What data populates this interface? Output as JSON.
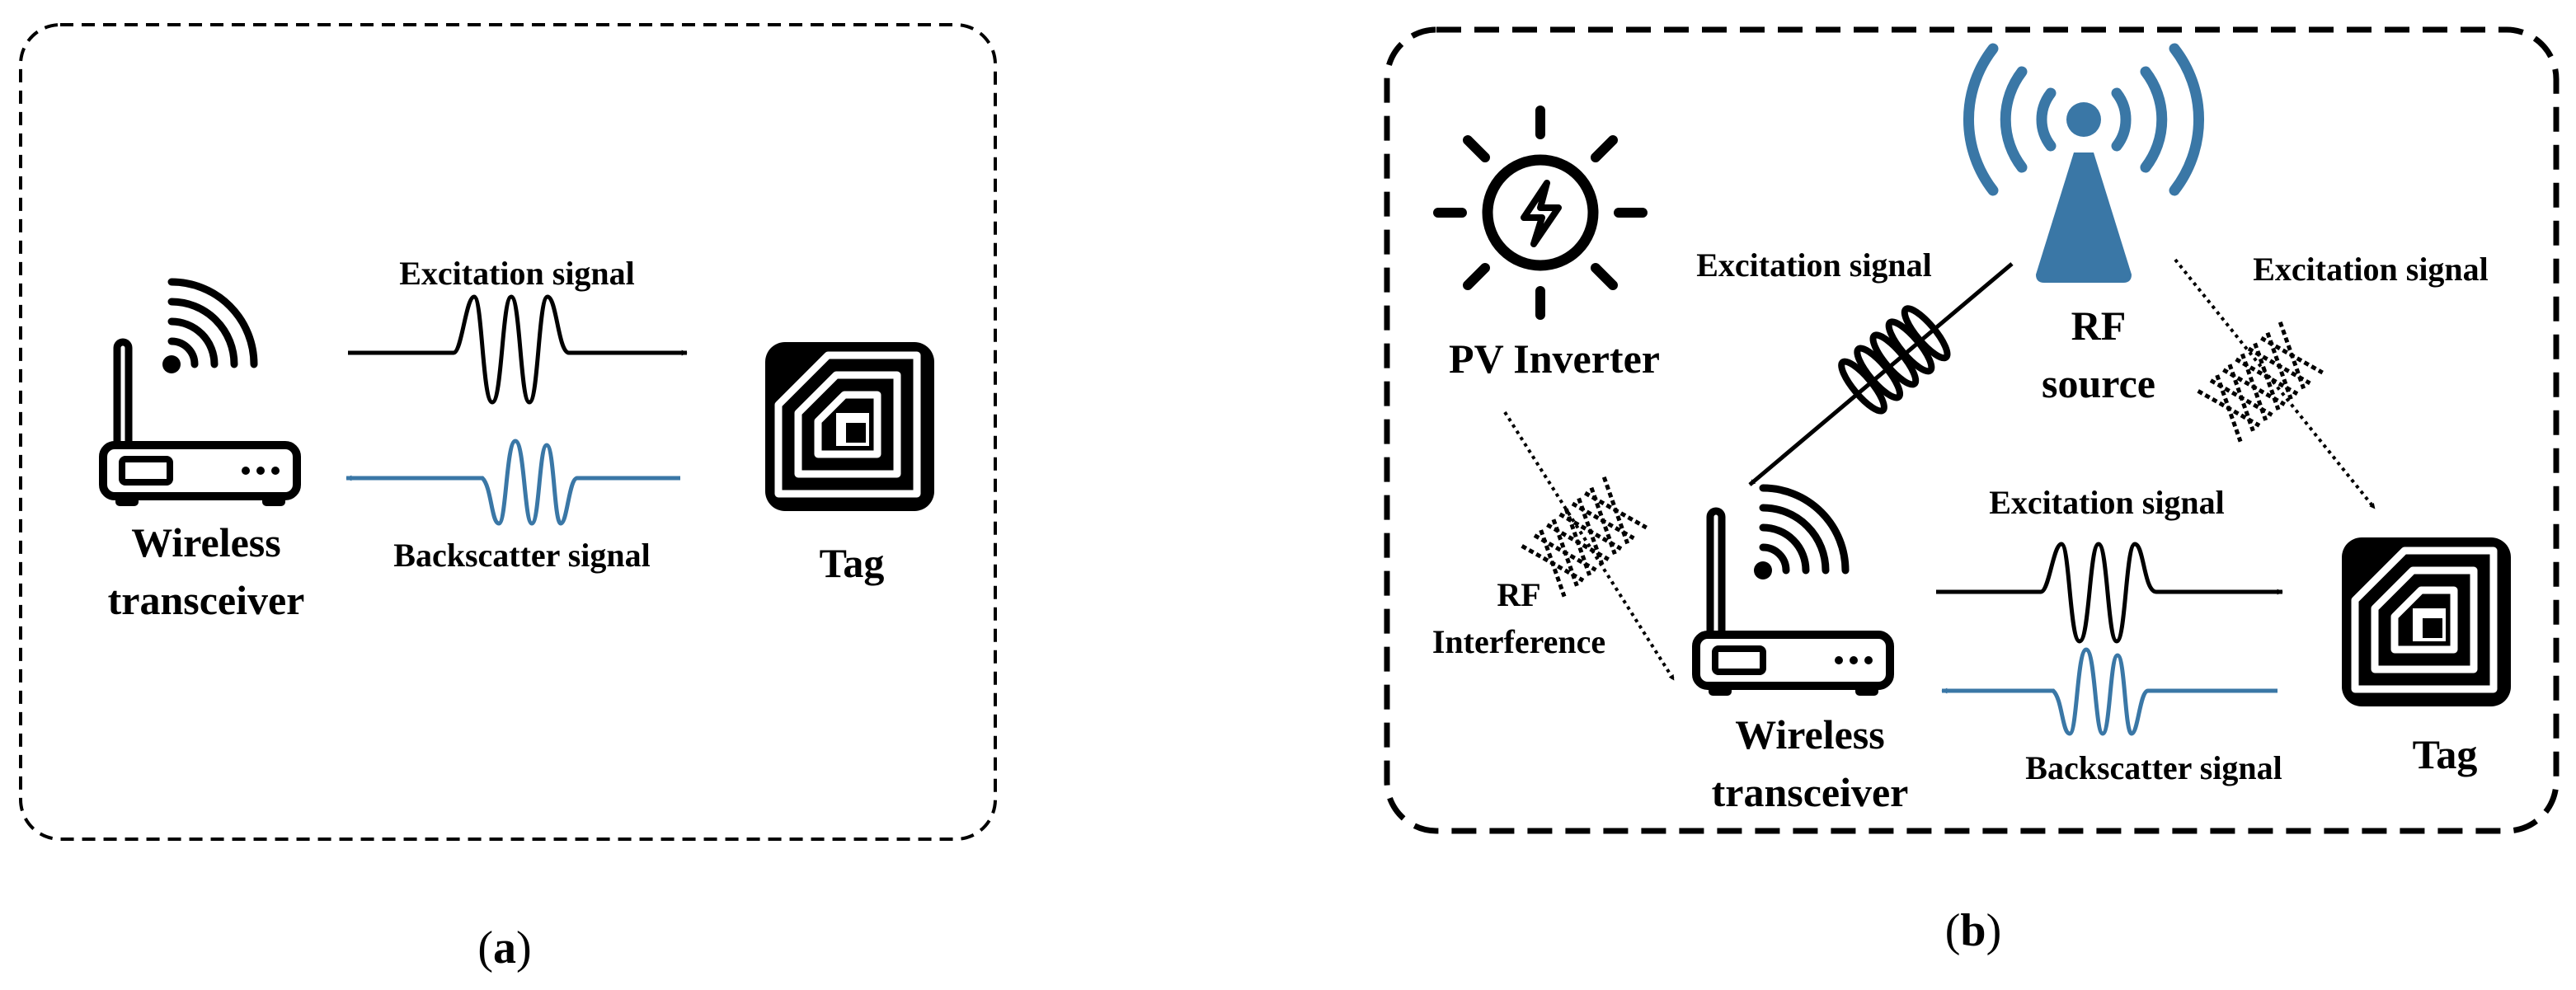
{
  "colors": {
    "ink": "#000000",
    "accent": "#3a77a6",
    "background": "#ffffff"
  },
  "panel_a": {
    "caption": "a",
    "transceiver_label": [
      "Wireless",
      "transceiver"
    ],
    "tag_label": "Tag",
    "excitation_label": "Excitation signal",
    "backscatter_label": "Backscatter signal",
    "icons": [
      "router-icon",
      "wifi-waves-icon",
      "rfid-tag-icon"
    ]
  },
  "panel_b": {
    "caption": "b",
    "pv_label": "PV Inverter",
    "rf_source_label": [
      "RF",
      "source"
    ],
    "excitation_left_label": "Excitation signal",
    "excitation_right_label": "Excitation signal",
    "excitation_bottom_label": "Excitation signal",
    "backscatter_label": "Backscatter signal",
    "interference_label": [
      "RF",
      "Interference"
    ],
    "transceiver_label": [
      "Wireless",
      "transceiver"
    ],
    "tag_label": "Tag",
    "icons": [
      "sun-lightning-icon",
      "antenna-tower-icon",
      "router-icon",
      "rfid-tag-icon",
      "interference-hatch-icon"
    ]
  }
}
